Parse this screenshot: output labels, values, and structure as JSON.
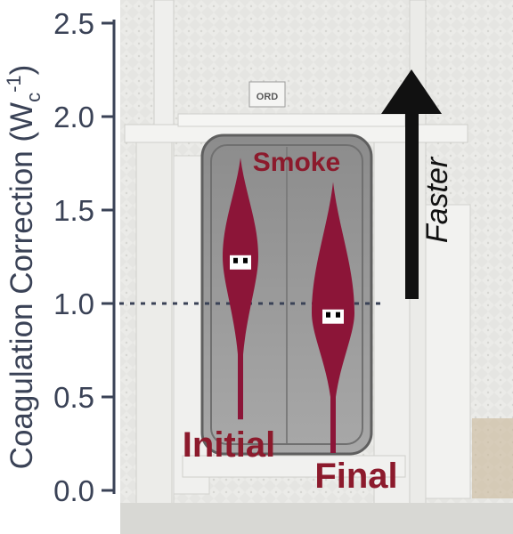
{
  "chart_data": {
    "type": "violin",
    "title": "",
    "ylabel": "Coagulation Correction (W",
    "ylabel_sub": "c",
    "ylabel_sup": "-1",
    "ylabel_close": ")",
    "ylim": [
      0,
      2.6
    ],
    "yticks": [
      "0.0",
      "0.5",
      "1.0",
      "1.5",
      "2.0",
      "2.5"
    ],
    "ytick_values": [
      0,
      0.5,
      1.0,
      1.5,
      2.0,
      2.5
    ],
    "reference_line": 1.0,
    "group_label": "Smoke",
    "series": [
      {
        "name": "Initial",
        "min": 0.38,
        "max": 1.78,
        "median": 1.22,
        "widest_at": 1.25
      },
      {
        "name": "Final",
        "min": 0.2,
        "max": 1.65,
        "median": 0.93,
        "widest_at": 0.95
      }
    ],
    "arrow_label": "Faster",
    "background": "photograph of a smoke chamber doorway",
    "colors": {
      "violin": "#8c1538",
      "label": "#8c1a2c",
      "axis": "#3a4256",
      "arrow": "#111111"
    }
  }
}
